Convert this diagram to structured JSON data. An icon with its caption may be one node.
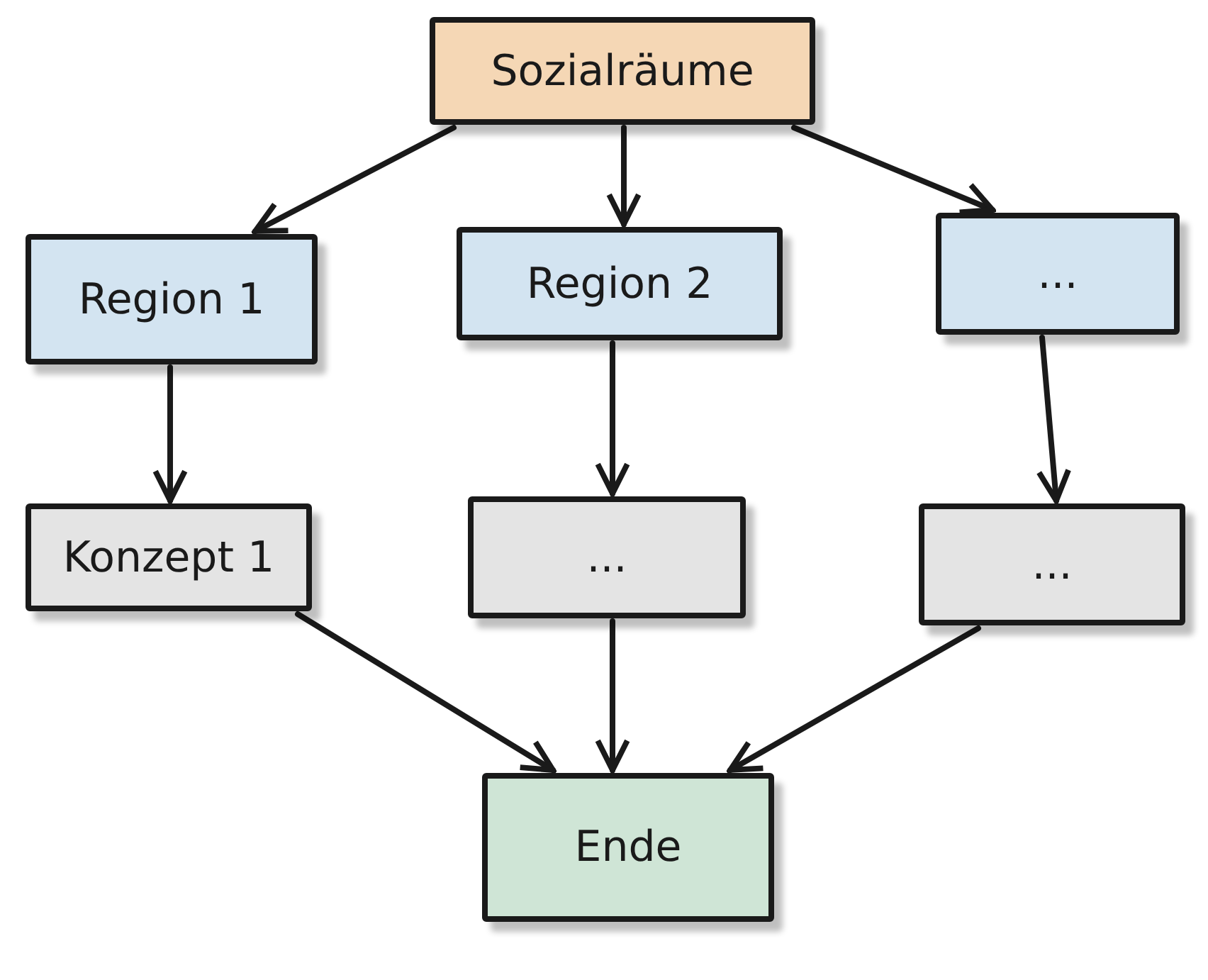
{
  "diagram": {
    "nodes": [
      {
        "text": [
          "Sozialräume"
        ]
      },
      {
        "text": [
          "Region 1"
        ]
      },
      {
        "text": [
          "Region 2"
        ]
      },
      {
        "text": [
          "..."
        ]
      },
      {
        "text": [
          "Konzept 1"
        ]
      },
      {
        "text": [
          "..."
        ]
      },
      {
        "text": [
          "..."
        ]
      },
      {
        "text": [
          "Ende"
        ]
      }
    ],
    "edges": [
      {
        "from": 0,
        "to": 1,
        "arrow": "to"
      },
      {
        "from": 0,
        "to": 2,
        "arrow": "to"
      },
      {
        "from": 0,
        "to": 3,
        "arrow": "to"
      },
      {
        "from": 1,
        "to": 4,
        "arrow": "to"
      },
      {
        "from": 2,
        "to": 5,
        "arrow": "to"
      },
      {
        "from": 3,
        "to": 6,
        "arrow": "to"
      },
      {
        "from": 4,
        "to": 7,
        "arrow": "to"
      },
      {
        "from": 5,
        "to": 7,
        "arrow": "to"
      },
      {
        "from": 6,
        "to": 7,
        "arrow": "to"
      }
    ]
  }
}
